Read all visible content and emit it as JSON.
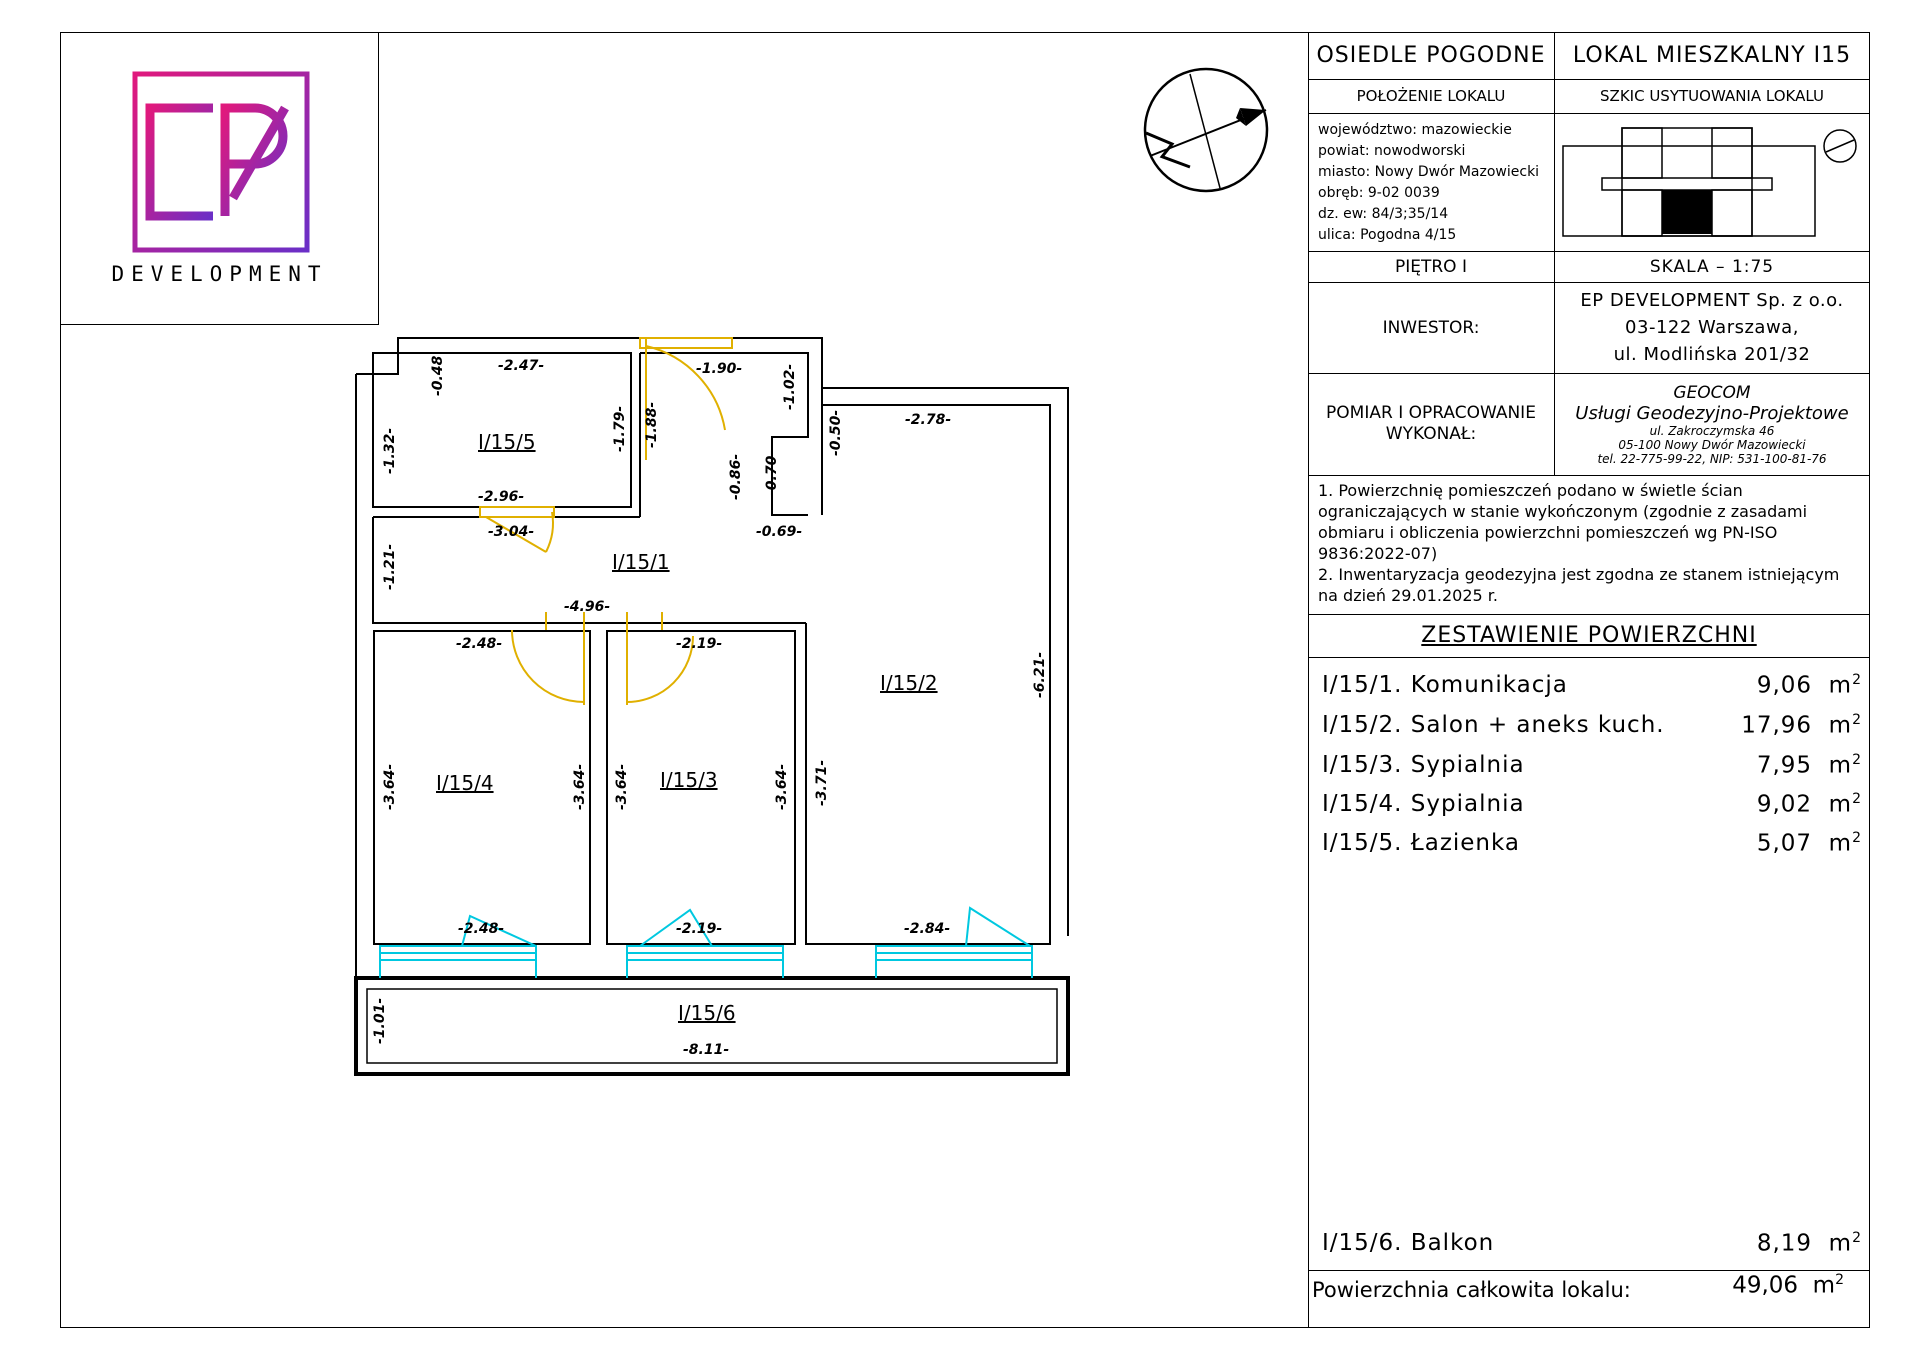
{
  "logo": {
    "letters": "EP",
    "subtitle": "DEVELOPMENT",
    "gradient_from": "#e0197d",
    "gradient_to": "#6a2fc7"
  },
  "header": {
    "estate": "OSIEDLE POGODNE",
    "unit": "LOKAL MIESZKALNY I15",
    "location_title": "POŁOŻENIE LOKALU",
    "sketch_title": "SZKIC USYTUOWANIA LOKALU",
    "floor": "PIĘTRO I",
    "scale": "SKALA – 1:75"
  },
  "location": [
    "województwo: mazowieckie",
    "powiat: nowodworski",
    "miasto: Nowy Dwór Mazowiecki",
    "obręb: 9-02 0039",
    "dz. ew: 84/3;35/14",
    "ulica: Pogodna 4/15"
  ],
  "investor": {
    "label": "INWESTOR:",
    "line1": "EP DEVELOPMENT Sp. z o.o.",
    "line2": "03-122 Warszawa,",
    "line3": "ul. Modlińska 201/32"
  },
  "survey": {
    "label1": "POMIAR I OPRACOWANIE",
    "label2": "WYKONAŁ:",
    "company": "GEOCOM",
    "company_sub": "Usługi Geodezyjno-Projektowe",
    "address1": "ul. Zakroczymska 46",
    "address2": "05-100 Nowy Dwór Mazowiecki",
    "contact": "tel. 22-775-99-22, NIP: 531-100-81-76"
  },
  "notes": [
    "1. Powierzchnię pomieszczeń podano w świetle ścian ograniczających w stanie wykończonym (zgodnie z zasadami obmiaru i obliczenia powierzchni pomieszczeń wg PN-ISO 9836:2022-07)",
    "2. Inwentaryzacja geodezyjna jest zgodna ze stanem istniejącym na dzień 29.01.2025 r."
  ],
  "areas": {
    "title": "ZESTAWIENIE POWIERZCHNI",
    "unit": "m",
    "rooms": [
      {
        "name": "I/15/1. Komunikacja",
        "value": "9,06"
      },
      {
        "name": "I/15/2. Salon + aneks kuch.",
        "value": "17,96"
      },
      {
        "name": "I/15/3. Sypialnia",
        "value": "7,95"
      },
      {
        "name": "I/15/4. Sypialnia",
        "value": "9,02"
      },
      {
        "name": "I/15/5. Łazienka",
        "value": "5,07"
      }
    ],
    "balcony": {
      "name": "I/15/6. Balkon",
      "value": "8,19"
    },
    "total_label": "Powierzchnia całkowita lokalu:",
    "total_value": "49,06"
  },
  "rooms_plan": {
    "r1": "I/15/1",
    "r2": "I/15/2",
    "r3": "I/15/3",
    "r4": "I/15/4",
    "r5": "I/15/5",
    "r6": "I/15/6"
  },
  "dims": {
    "d247": "-2.47-",
    "d048": "-0.48",
    "d132": "-1.32-",
    "d179": "-1.79-",
    "d190": "-1.90-",
    "d188": "-1.88-",
    "d102": "-1.02-",
    "d050": "-0.50-",
    "d278": "-2.78-",
    "d086": "-0.86-",
    "d070": "-0.70-",
    "d069": "-0.69-",
    "d296": "-2.96-",
    "d304": "-3.04-",
    "d121": "-1.21-",
    "d496": "-4.96-",
    "d248a": "-2.48-",
    "d219a": "-2.19-",
    "d621": "-6.21-",
    "d364a": "-3.64-",
    "d364b": "-3.64-",
    "d364c": "-3.64-",
    "d364d": "-3.64-",
    "d371": "-3.71-",
    "d248b": "-2.48-",
    "d219b": "-2.19-",
    "d284": "-2.84-",
    "d101": "-1.01-",
    "d811": "-8.11-"
  },
  "colors": {
    "door": "#e0b000",
    "window": "#00c8e0",
    "wall": "#000000"
  }
}
